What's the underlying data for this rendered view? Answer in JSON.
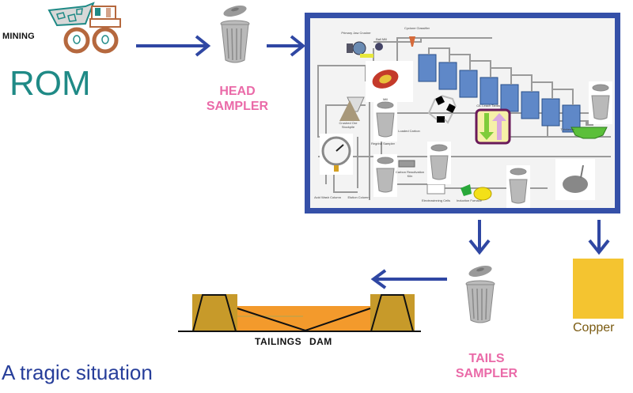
{
  "diagram": {
    "mining_label": "MINING",
    "rom_label": "ROM",
    "head_sampler": {
      "line1": "HEAD",
      "line2": "SAMPLER"
    },
    "tails_sampler": {
      "line1": "TAILS",
      "line2": "SAMPLER"
    },
    "product_label": "Copper",
    "dam_label": "TAILINGS DAM",
    "caption": "A tragic situation",
    "colors": {
      "arrow": "#2f47a3",
      "frame": "#3550a8",
      "rom_text": "#1f8a86",
      "sampler_text": "#ea6aa8",
      "copper_fill": "#f4c430",
      "dam_fill": "#c79a2a",
      "pond_fill": "#f39a2c"
    },
    "flowsheet": {
      "labels": {
        "primary_jaw_crusher": "Primary Jaw Crusher",
        "ball_mill": "Ball Mill",
        "cyclone_classifier": "Cyclone Classifier",
        "crushed_ore_stockpile": "Crushed Ore Stockpile",
        "mill": "Mill",
        "cil_leach_tanks": "CIL Leach Tanks",
        "loaded_carbon": "Loaded Carbon",
        "regrind_sampler": "Regrind Sampler",
        "thickener": "Thickener",
        "acid_wash_column": "Acid Wash Column",
        "elution_column": "Elution Column",
        "carbon_reactivation_kiln": "Carbon Reactivation Kiln",
        "electrowinning_cells": "Electrowinning Cells",
        "induction_furnace": "Induction Furnace"
      }
    }
  }
}
